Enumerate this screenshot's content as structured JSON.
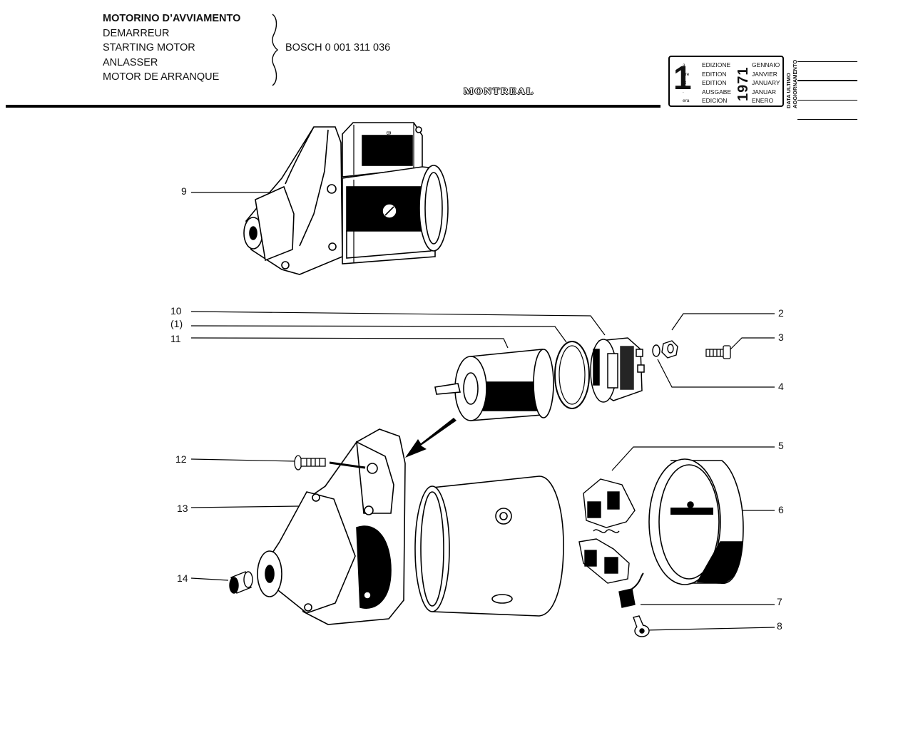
{
  "header": {
    "titles": [
      "MOTORINO D’AVVIAMENTO",
      "DEMARREUR",
      "STARTING MOTOR",
      "ANLASSER",
      "MOTOR DE ARRANQUE"
    ],
    "part_number": "BOSCH 0 001 311 036",
    "model_logo": "MONTREAL"
  },
  "edition_box": {
    "number": "1",
    "ordinal_suffixes": [
      "a",
      "ere",
      "st",
      ".",
      "era"
    ],
    "edition_words": [
      "EDIZIONE",
      "EDITION",
      "EDITION",
      "AUSGABE",
      "EDICION"
    ],
    "year": "1971",
    "month_words": [
      "GENNAIO",
      "JANVIER",
      "JANUARY",
      "JANUAR",
      "ENERO"
    ],
    "update_label": [
      "DATA ULTIMO",
      "AGGIORNAMENTO"
    ]
  },
  "housing_brand": "BOSCH",
  "callouts": {
    "c9": "9",
    "c10": "10",
    "c1": "(1)",
    "c11": "11",
    "c2": "2",
    "c3": "3",
    "c4": "4",
    "c5": "5",
    "c6": "6",
    "c7": "7",
    "c8": "8",
    "c12": "12",
    "c13": "13",
    "c14": "14"
  }
}
